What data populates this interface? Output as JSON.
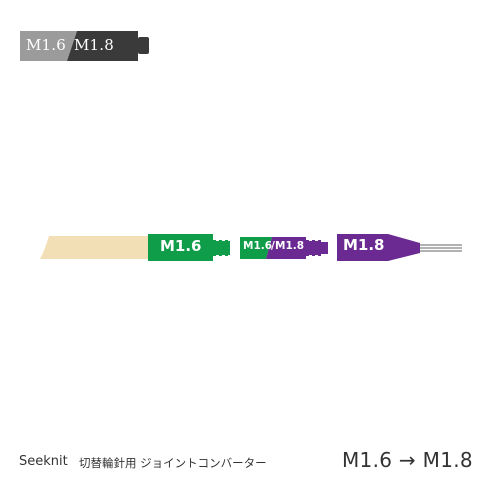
{
  "badge": {
    "left_label": "M1.6",
    "right_label": "M1.8",
    "colors": {
      "left_fill": "#9b9b9b",
      "right_fill": "#3a3a3a"
    }
  },
  "illustration": {
    "needle_label": "M1.6",
    "converter_label_left": "M1.6",
    "converter_slash": "/",
    "converter_label_right": "M1.8",
    "tip_label": "M1.8",
    "colors": {
      "wood": "#f3dfb6",
      "green": "#0f9d4a",
      "purple": "#6a2a91",
      "wire": "#666666"
    }
  },
  "caption": {
    "brand": "Seeknit",
    "description": "切替輪針用 ジョイントコンバーター",
    "size_text": "M1.6 → M1.8"
  }
}
